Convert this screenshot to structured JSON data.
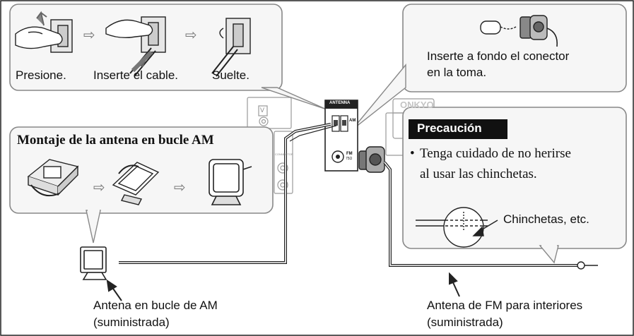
{
  "wiring_panel": {
    "step_labels": [
      "Presione.",
      "Inserte el cable.",
      "Suelte."
    ]
  },
  "connector_panel": {
    "instruction_line1": "Inserte a fondo el conector",
    "instruction_line2": "en la toma."
  },
  "am_assembly_panel": {
    "title": "Montaje de la antena en bucle AM"
  },
  "caution_panel": {
    "header": "Precaución",
    "bullet": "•",
    "text_line1": "Tenga cuidado de no herirse",
    "text_line2": "al usar las chinchetas.",
    "callout": "Chinchetas, etc."
  },
  "receiver_panel": {
    "antenna_header": "ANTENNA",
    "am_label": "AM",
    "fm_label": "FM",
    "fm_impedance": "75Ω",
    "brand": "ONKYO",
    "side_label_v": "V",
    "side_label_conn": "CONNECTOR"
  },
  "captions": {
    "am_line1": "Antena en bucle de AM",
    "am_line2": "(suministrada)",
    "fm_line1": "Antena de FM para interiores",
    "fm_line2": "(suministrada)"
  }
}
